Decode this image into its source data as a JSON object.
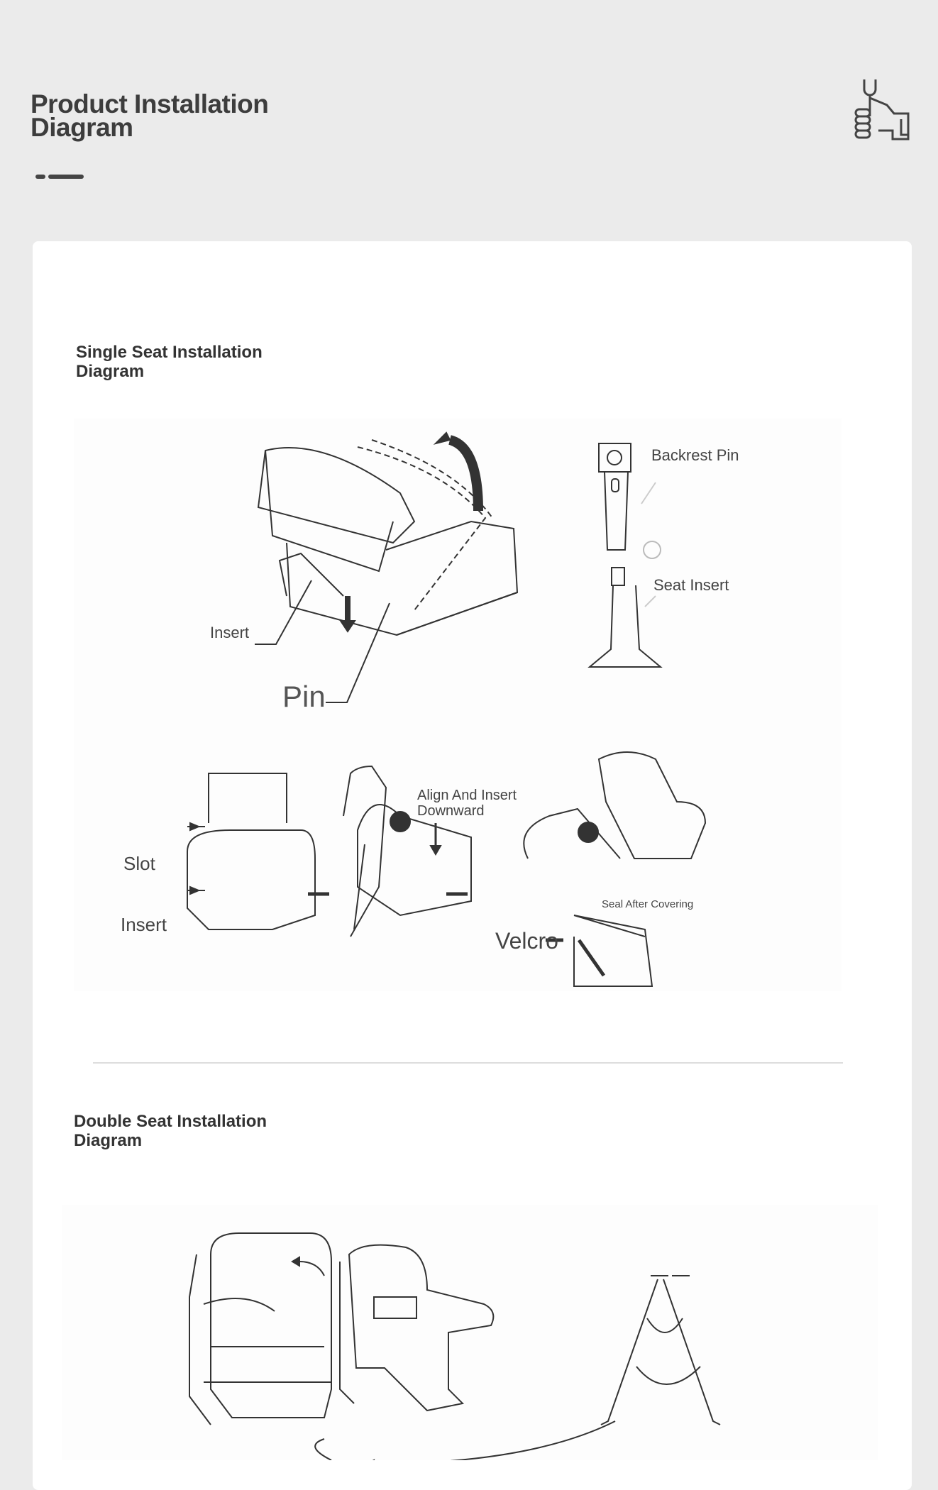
{
  "header": {
    "title": "Product Installation Diagram",
    "icon": "wrench-hand-icon"
  },
  "single": {
    "heading": "Single Seat Installation Diagram",
    "labels": {
      "insert": "Insert",
      "pin": "Pin",
      "backrest_pin": "Backrest Pin",
      "seat_insert": "Seat Insert",
      "align": "Align And Insert Downward",
      "slot": "Slot",
      "insert2": "Insert",
      "seal": "Seal After Covering",
      "velcro": "Velcro"
    }
  },
  "double": {
    "heading": "Double Seat Installation Diagram"
  }
}
